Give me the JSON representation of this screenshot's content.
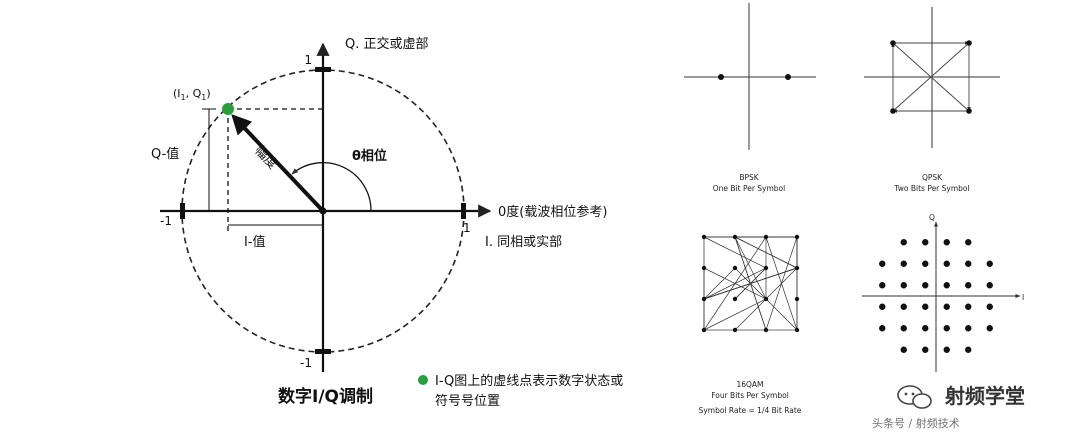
{
  "iq_diagram": {
    "q_axis_label": "Q. 正交或虚部",
    "i_axis_label": "I. 同相或实部",
    "zero_degree_label": "0度(载波相位参考)",
    "theta_label": "θ相位",
    "amplitude_label": "幅度",
    "q_value_label": "Q-值",
    "i_value_label": "I-值",
    "point_label_main": "(I",
    "point_label_sub1": "1",
    "point_label_mid": ", Q",
    "point_label_sub2": "1",
    "point_label_end": ")",
    "tick_q_pos": "1",
    "tick_q_neg": "-1",
    "tick_i_pos": "1",
    "tick_i_neg": "-1",
    "title": "数字I/Q调制",
    "legend_line1": "I-Q图上的虚线点表示数字状态或",
    "legend_line2": "符号号位置",
    "point_color": "#2a9d3c"
  },
  "constellations": {
    "bpsk": {
      "title": "BPSK",
      "subtitle": "One Bit Per Symbol"
    },
    "qpsk": {
      "title": "QPSK",
      "subtitle": "Two Bits Per Symbol"
    },
    "qam16": {
      "title": "16QAM",
      "subtitle": "Four Bits Per Symbol",
      "note": "Symbol Rate = 1/4 Bit Rate"
    },
    "qam32": {
      "q_label": "Q",
      "i_label": "I"
    }
  },
  "watermark": {
    "brand": "射频学堂",
    "source": "头条号 / 射频技术"
  }
}
